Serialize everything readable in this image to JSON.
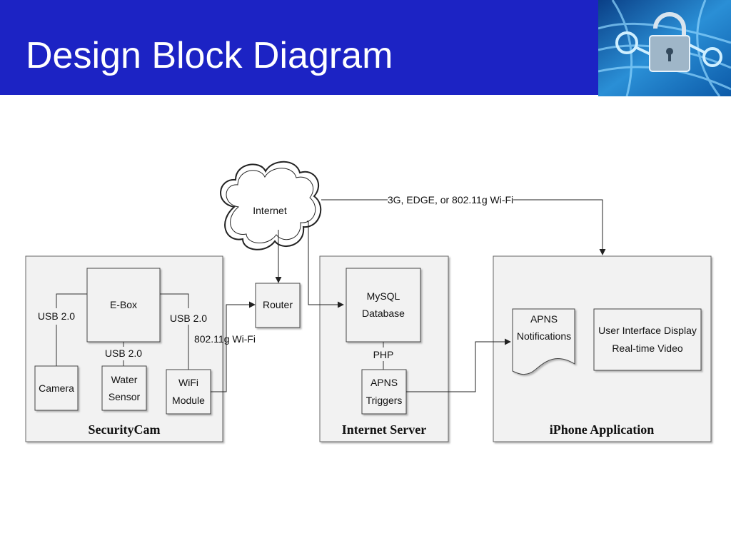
{
  "slide": {
    "title": "Design Block Diagram",
    "header_color": "#1c23c4"
  },
  "diagram": {
    "cloud": {
      "label": "Internet"
    },
    "groups": {
      "securitycam": "SecurityCam",
      "internet_server": "Internet Server",
      "iphone_app": "iPhone Application"
    },
    "blocks": {
      "ebox": "E-Box",
      "camera": "Camera",
      "water_sensor": [
        "Water",
        "Sensor"
      ],
      "wifi_module": [
        "WiFi",
        "Module"
      ],
      "router": "Router",
      "mysql": [
        "MySQL",
        "Database"
      ],
      "apns_triggers": [
        "APNS",
        "Triggers"
      ],
      "apns_notifications": [
        "APNS",
        "Notifications"
      ],
      "ui_display": [
        "User Interface Display",
        "Real-time Video"
      ]
    },
    "links": {
      "usb_left": "USB 2.0",
      "usb_right": "USB 2.0",
      "usb_bottom": "USB 2.0",
      "wifi_80211g": "802.11g Wi-Fi",
      "php": "PHP",
      "mobile_link": "3G, EDGE, or 802.11g Wi-Fi"
    }
  }
}
